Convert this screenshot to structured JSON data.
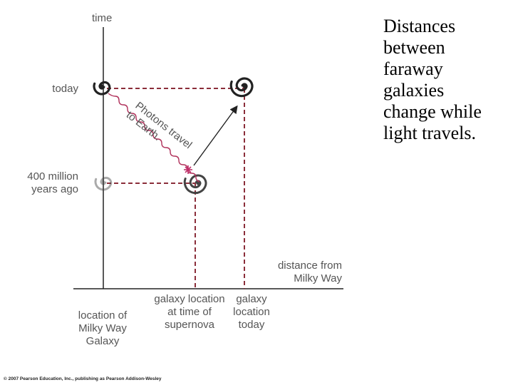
{
  "caption": {
    "lines": [
      "Distances",
      "between",
      "faraway",
      "galaxies",
      "change while",
      "light travels."
    ]
  },
  "diagram": {
    "axis_time_label": "time",
    "time_labels": {
      "today": "today",
      "past_line1": "400 million",
      "past_line2": "years ago"
    },
    "axis_distance_label": [
      "distance from",
      "Milky Way"
    ],
    "x_labels": {
      "milky_way": [
        "location of",
        "Milky Way",
        "Galaxy"
      ],
      "galaxy_then": [
        "galaxy location",
        "at time of",
        "supernova"
      ],
      "galaxy_now": [
        "galaxy",
        "location",
        "today"
      ]
    },
    "photon_label": [
      "Photons travel",
      "to Earth."
    ],
    "copyright": "© 2007 Pearson Education, Inc., publishing as Pearson Addison-Wesley",
    "icons": [
      "galaxy-spiral-icon",
      "supernova-star-icon"
    ],
    "colors": {
      "axis": "#222222",
      "dashed": "#8b2e3a",
      "photon": "#b0305a",
      "galaxy": "#222222",
      "text": "#555555"
    }
  }
}
